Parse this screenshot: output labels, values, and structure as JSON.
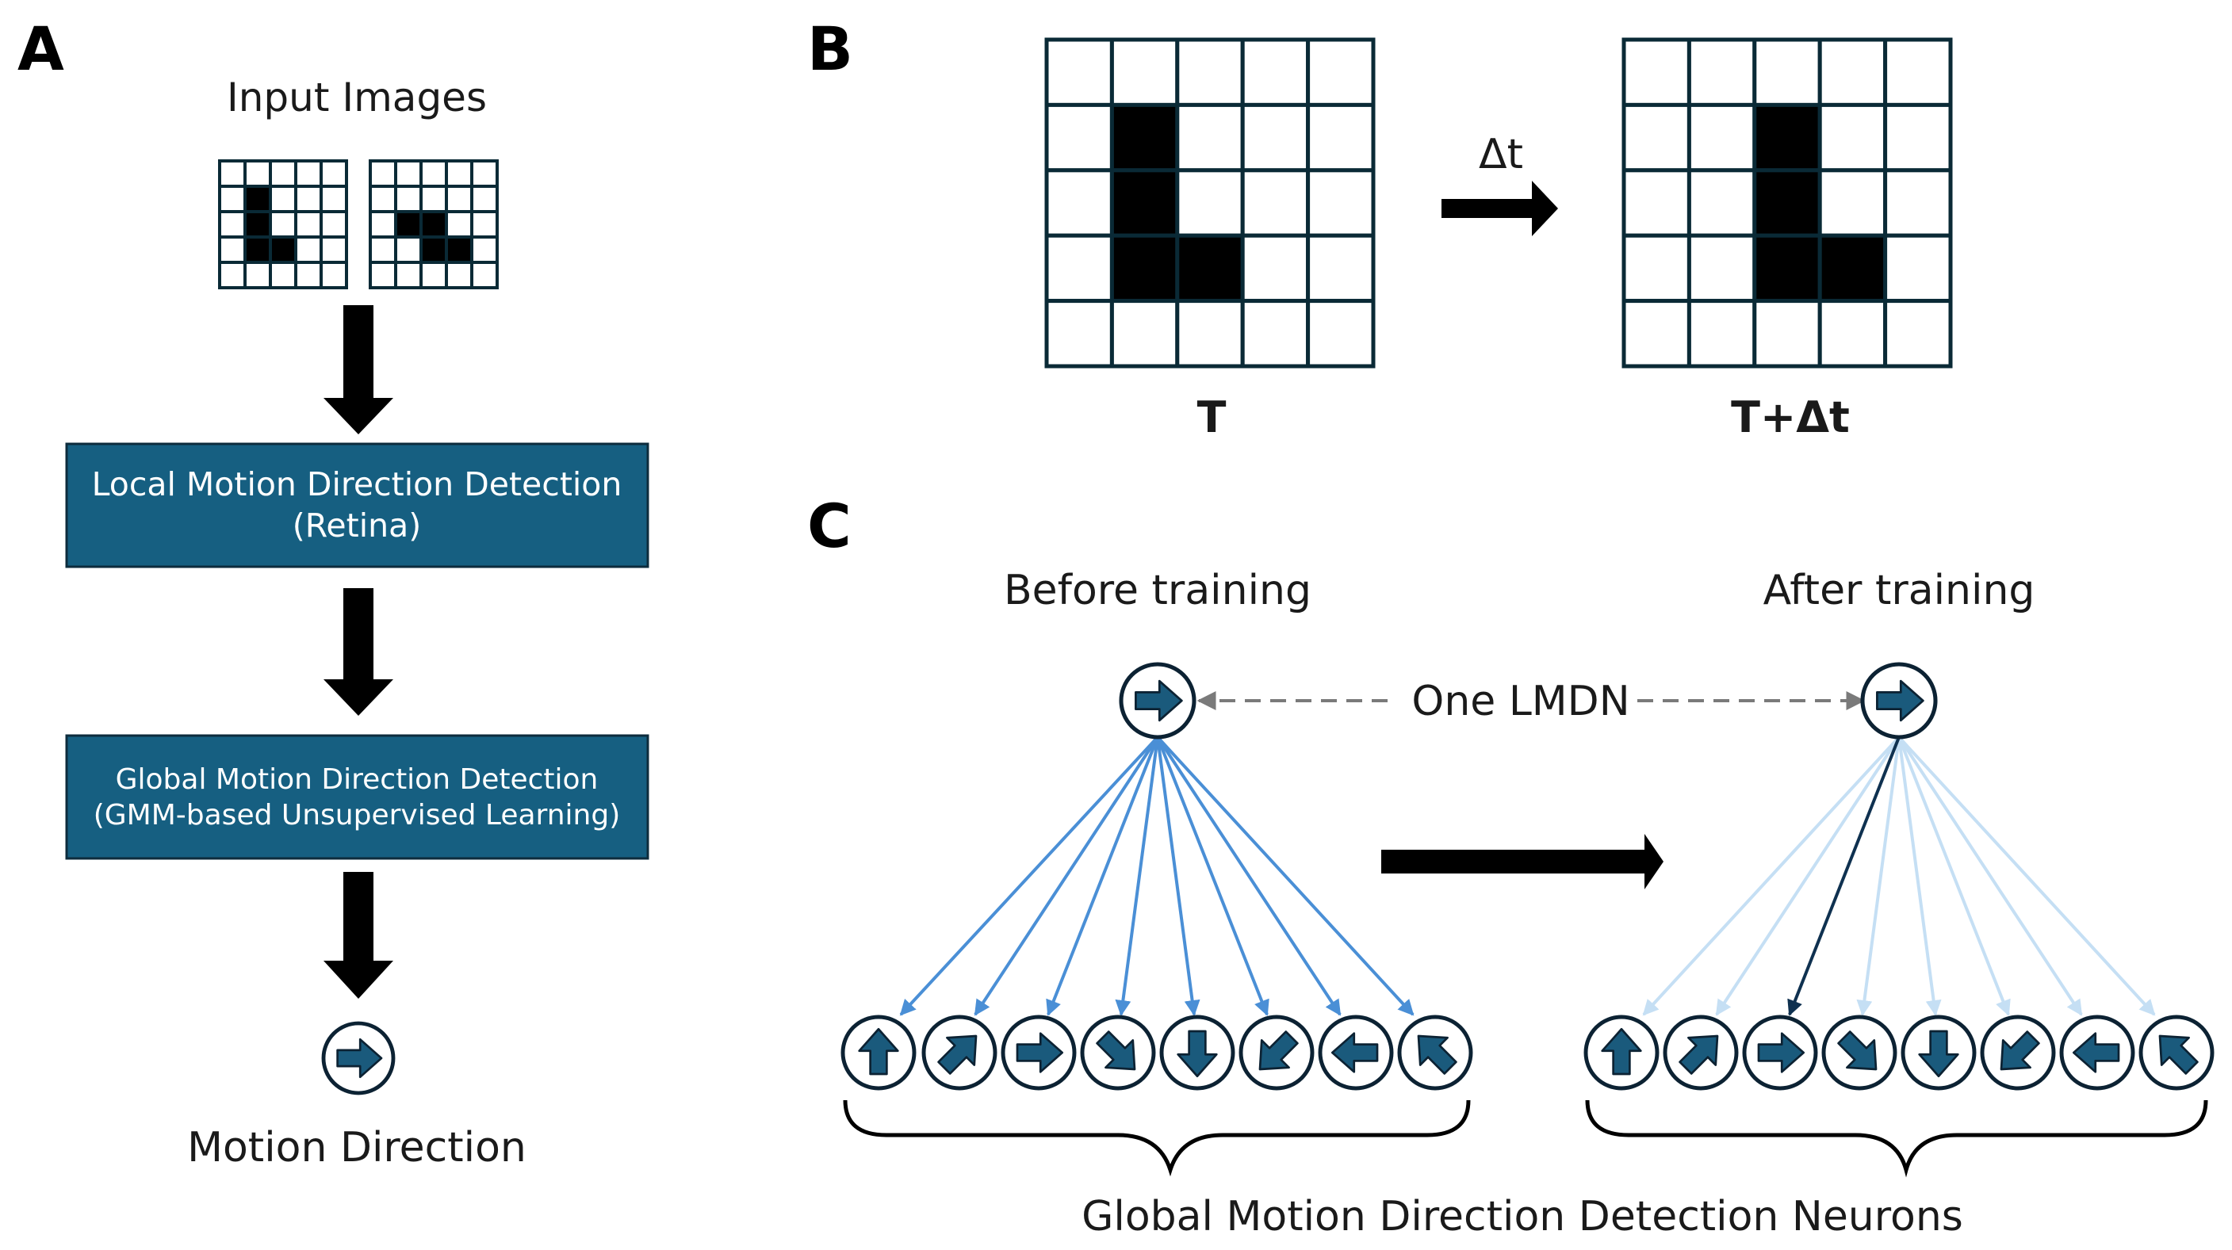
{
  "panels": {
    "a": {
      "label": "A",
      "input_title": "Input Images",
      "input_grid_size": 5,
      "input_frames": [
        [
          [
            1,
            1
          ],
          [
            1,
            2
          ],
          [
            1,
            3
          ],
          [
            2,
            3
          ]
        ],
        [
          [
            1,
            2
          ],
          [
            2,
            2
          ],
          [
            2,
            3
          ],
          [
            3,
            3
          ]
        ]
      ],
      "box1_line1": "Local Motion Direction Detection",
      "box1_line2": "(Retina)",
      "box2_line1": "Global Motion Direction Detection",
      "box2_line2": "(GMM-based Unsupervised Learning)",
      "output_icon": "right-arrow-icon",
      "output_label": "Motion Direction"
    },
    "b": {
      "label": "B",
      "grid_size": 5,
      "frame_t_cells": [
        [
          1,
          1
        ],
        [
          1,
          2
        ],
        [
          1,
          3
        ],
        [
          2,
          3
        ]
      ],
      "frame_t_dt_cells": [
        [
          2,
          1
        ],
        [
          2,
          2
        ],
        [
          2,
          3
        ],
        [
          3,
          3
        ]
      ],
      "frame_t_label": "T",
      "frame_t_dt_label": "T+Δt",
      "delta_label": "Δt"
    },
    "c": {
      "label": "C",
      "before_title": "Before training",
      "after_title": "After training",
      "lmdn_label": "One LMDN",
      "bottom_label": "Global Motion Direction Detection Neurons",
      "directions": [
        "up",
        "up-right",
        "right",
        "down-right",
        "down",
        "down-left",
        "left",
        "up-left"
      ],
      "lmdn_direction": "right",
      "after_strong_target": "right"
    }
  },
  "colors": {
    "box_fill": "#165f81",
    "box_border": "#0d2c3d",
    "icon_fill": "#1a5a7c",
    "icon_ring": "#0c2233",
    "grid_line": "#0a2a36",
    "before_edge": "#4a8fd6",
    "after_edge_weak": "#c5dff4",
    "after_edge_strong": "#0f3150",
    "dashed": "#7a7a7a",
    "text": "#1a1a1a"
  }
}
